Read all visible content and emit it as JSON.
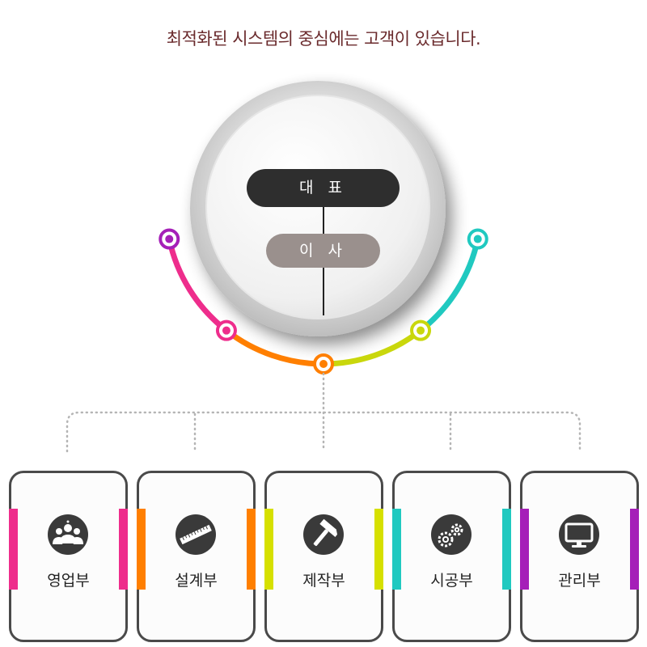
{
  "headline": "최적화된 시스템의 중심에는 고객이 있습니다.",
  "center": {
    "ceo_label": "대 표",
    "director_label": "이 사"
  },
  "arc": {
    "colors": [
      "#a51fb8",
      "#ee2d8c",
      "#ff7f00",
      "#c9d70c",
      "#20c9c0"
    ]
  },
  "departments": [
    {
      "label": "영업부",
      "icon": "people-group-icon",
      "color": "#ee2d8c"
    },
    {
      "label": "설계부",
      "icon": "ruler-icon",
      "color": "#ff7f00"
    },
    {
      "label": "제작부",
      "icon": "hammer-icon",
      "color": "#d6e000"
    },
    {
      "label": "시공부",
      "icon": "gears-icon",
      "color": "#20c9c0"
    },
    {
      "label": "관리부",
      "icon": "monitor-icon",
      "color": "#a51fb8"
    }
  ]
}
